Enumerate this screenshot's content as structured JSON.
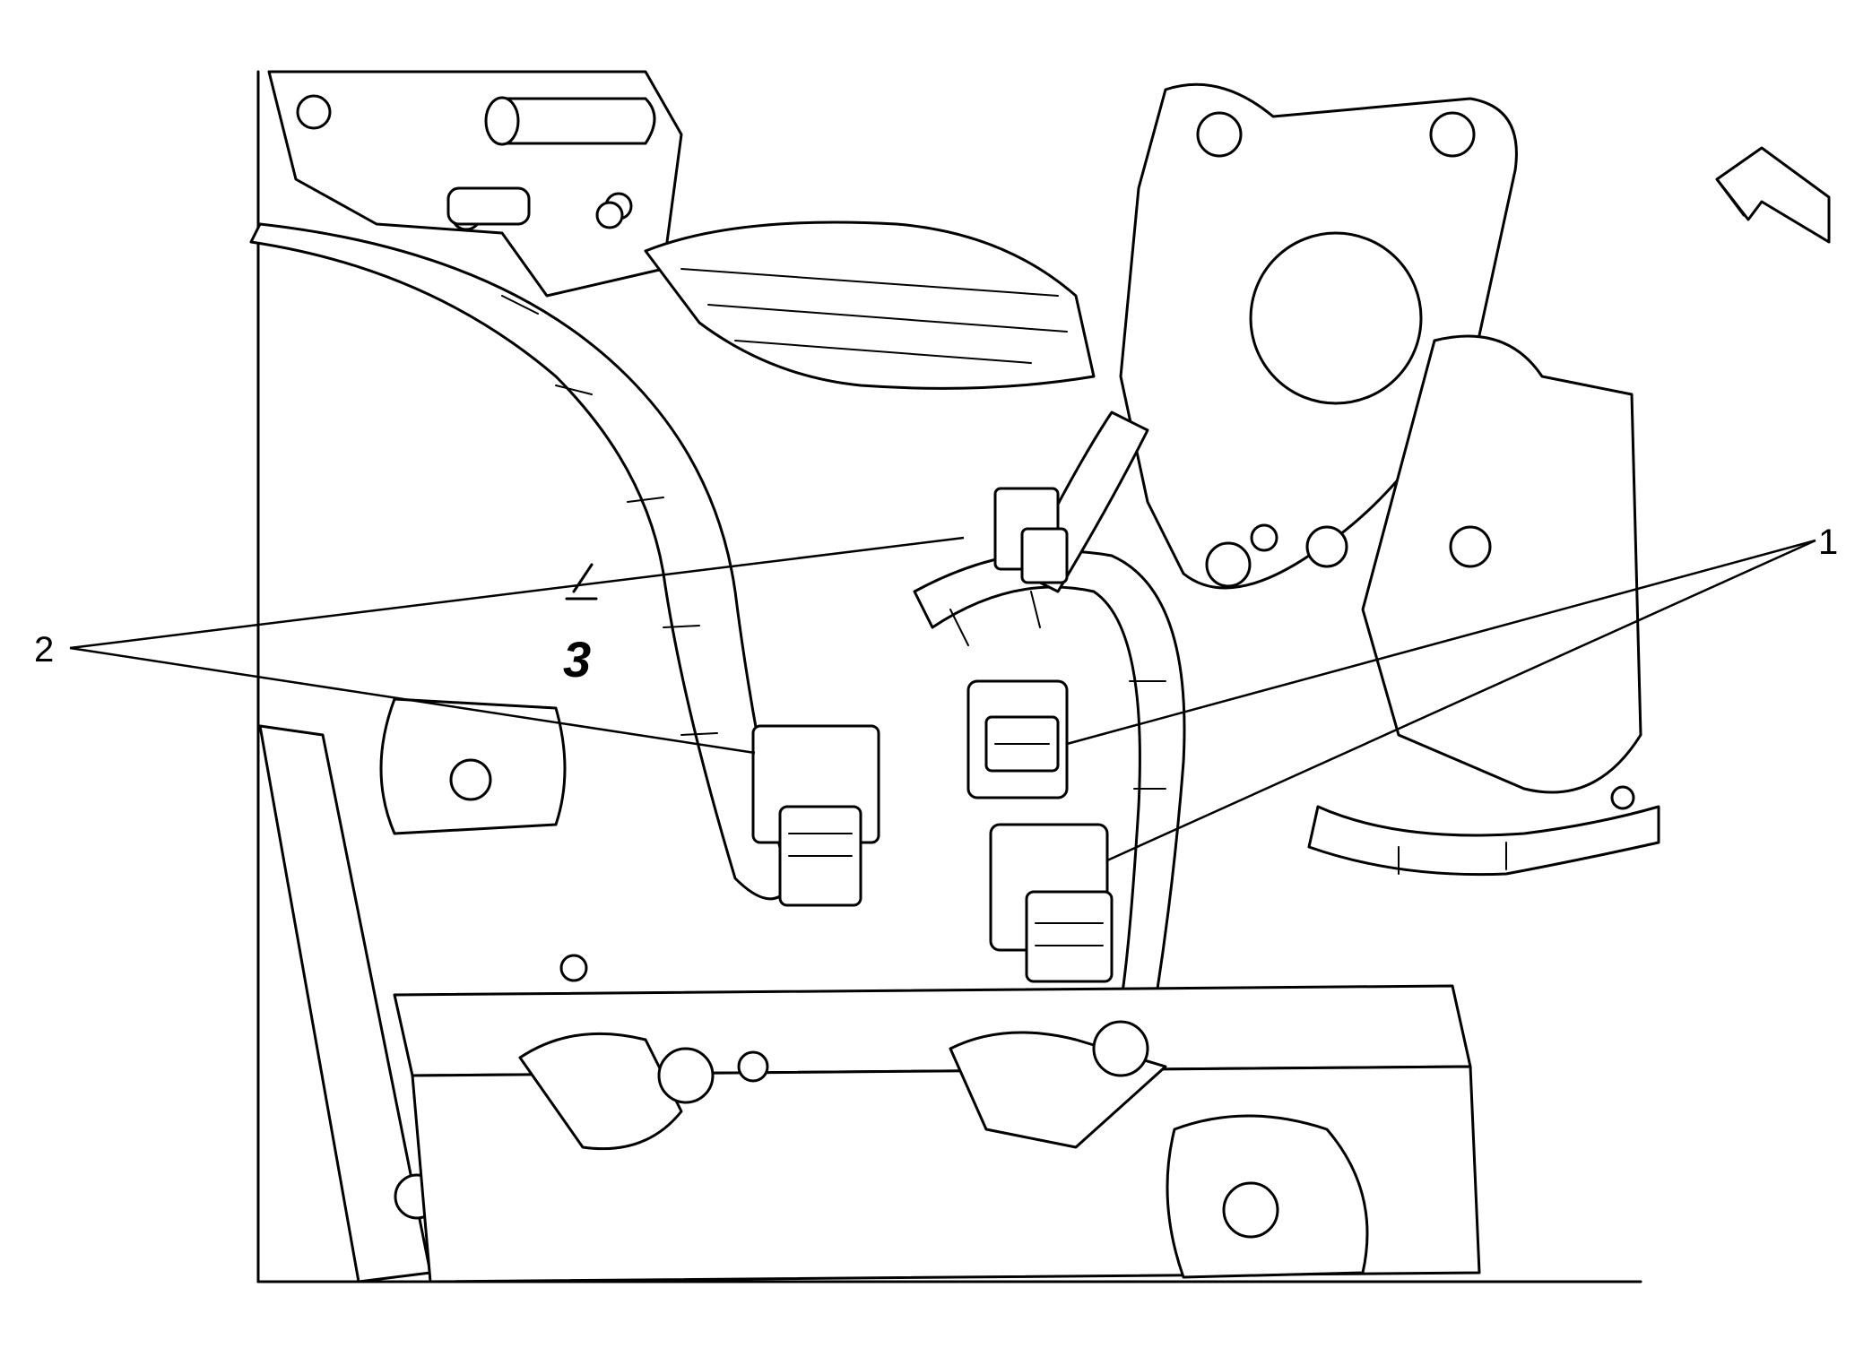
{
  "callouts": [
    {
      "id": "1",
      "label": "1"
    },
    {
      "id": "2",
      "label": "2"
    }
  ],
  "part_marking": "3",
  "colors": {
    "line": "#000000",
    "background": "#ffffff"
  },
  "icons": [
    "front-direction-arrow-icon"
  ]
}
